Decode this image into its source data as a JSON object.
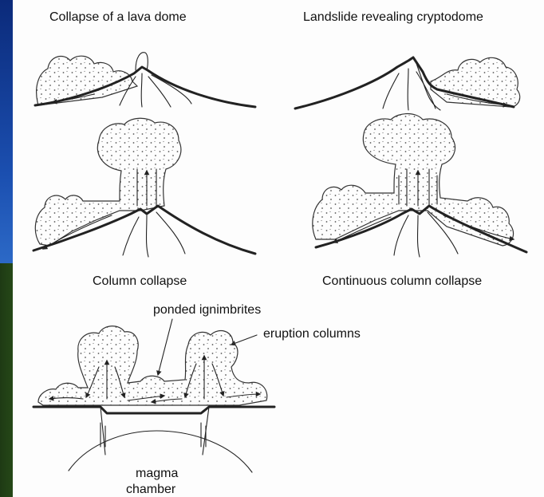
{
  "background": {
    "sky_color": "#1b4fb0",
    "forest_color": "#2f5a1c"
  },
  "panels": {
    "lava_dome": {
      "title": "Collapse of a lava dome"
    },
    "cryptodome": {
      "title": "Landslide revealing cryptodome"
    },
    "column_collapse": {
      "title": "Column collapse"
    },
    "continuous_collapse": {
      "title": "Continuous column collapse"
    }
  },
  "caldera": {
    "label_ignimbrites": "ponded ignimbrites",
    "label_columns": "eruption columns",
    "label_magma_line1": "magma",
    "label_magma_line2": "chamber"
  }
}
